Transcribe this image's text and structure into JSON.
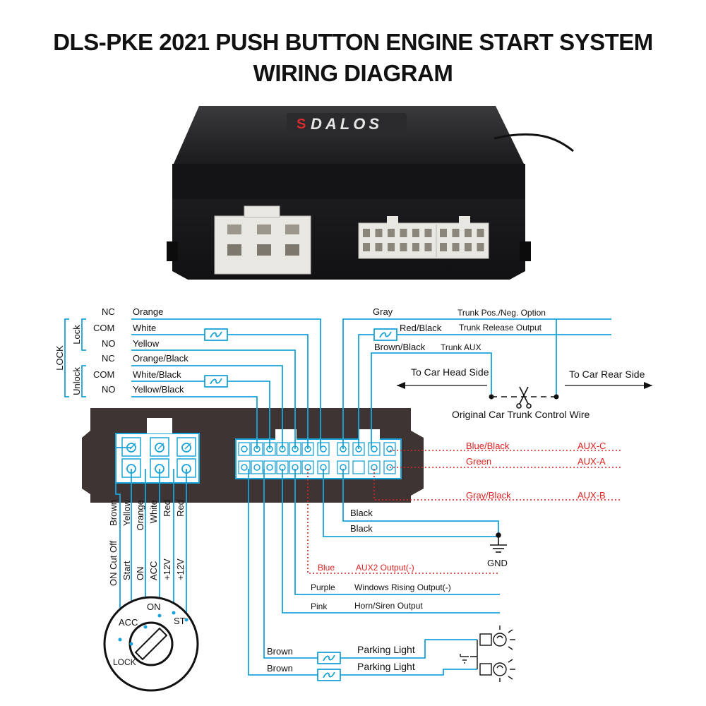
{
  "title": {
    "line1": "DLS-PKE 2021 PUSH BUTTON ENGINE START SYSTEM",
    "line2": "WIRING DIAGRAM"
  },
  "device": {
    "brand": "DALOS"
  },
  "colors": {
    "wire_blue": "#1aa3d9",
    "wire_red": "#e02020",
    "module_body": "#3f3434",
    "text": "#111111"
  },
  "relay_groups": {
    "lock_label": "LOCK",
    "lock_sub": "Lock",
    "unlock_sub": "Unlock",
    "rows": [
      {
        "term": "NC",
        "wire": "Orange"
      },
      {
        "term": "COM",
        "wire": "White"
      },
      {
        "term": "NO",
        "wire": "Yellow"
      },
      {
        "term": "NC",
        "wire": "Orange/Black"
      },
      {
        "term": "COM",
        "wire": "White/Black"
      },
      {
        "term": "NO",
        "wire": "Yellow/Black"
      }
    ]
  },
  "trunk": {
    "gray": "Gray",
    "gray_desc": "Trunk Pos./Neg. Option",
    "red_black": "Red/Black",
    "red_black_desc": "Trunk Release Output",
    "brown_black": "Brown/Black",
    "brown_black_desc": "Trunk AUX",
    "head_side": "To Car Head Side",
    "rear_side": "To Car Rear Side",
    "original_wire": "Original Car Trunk Control Wire"
  },
  "aux": [
    {
      "wire": "Blue/Black",
      "name": "AUX-C"
    },
    {
      "wire": "Green",
      "name": "AUX-A"
    },
    {
      "wire": "Gray/Black",
      "name": "AUX-B"
    }
  ],
  "ground": {
    "wire1": "Black",
    "wire2": "Black",
    "label": "GND"
  },
  "ignition": {
    "wires": [
      "Brown",
      "Yellow",
      "Orange",
      "White",
      "Red",
      "Red"
    ],
    "functions": [
      "ON Cut Off",
      "Start",
      "ON",
      "ACC",
      "+12V",
      "+12V"
    ],
    "positions": {
      "on": "ON",
      "acc": "ACC",
      "st": "ST",
      "lock": "LOCK"
    }
  },
  "outputs": [
    {
      "wire": "Blue",
      "desc": "AUX2 Output(-)"
    },
    {
      "wire": "Purple",
      "desc": "Windows Rising Output(-)"
    },
    {
      "wire": "Pink",
      "desc": "Horn/Siren Output"
    }
  ],
  "parking": [
    {
      "wire": "Brown",
      "desc": "Parking Light"
    },
    {
      "wire": "Brown",
      "desc": "Parking Light"
    }
  ]
}
